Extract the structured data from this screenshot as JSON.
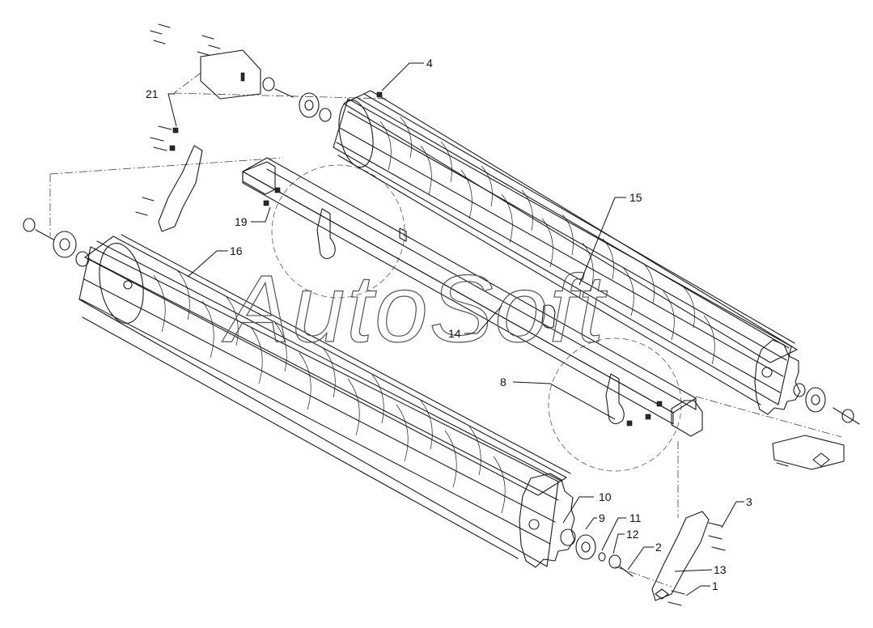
{
  "diagram": {
    "watermark": "AutoSoft",
    "callouts": {
      "c1": "1",
      "c2": "2",
      "c3": "3",
      "c4": "4",
      "c8": "8",
      "c9": "9",
      "c10": "10",
      "c11": "11",
      "c12": "12",
      "c13": "13",
      "c14": "14",
      "c15": "15",
      "c16": "16",
      "c19": "19",
      "c21": "21"
    }
  }
}
